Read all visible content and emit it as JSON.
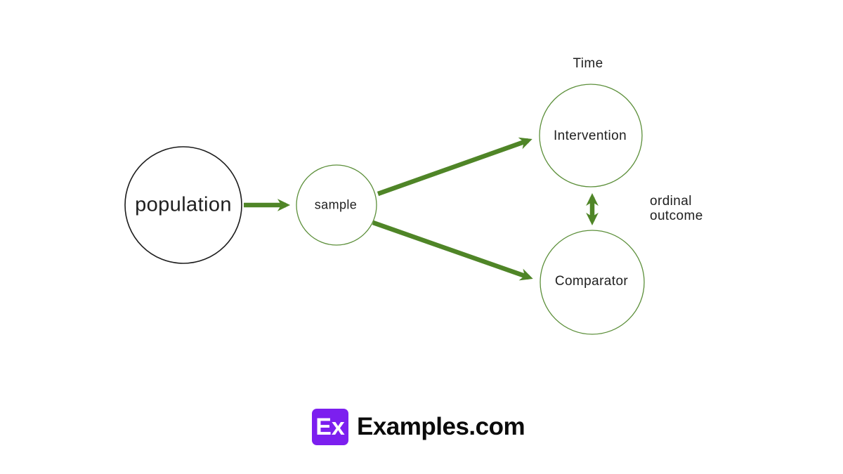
{
  "diagram": {
    "nodes": {
      "population": {
        "label": "population"
      },
      "sample": {
        "label": "sample"
      },
      "intervention": {
        "label": "Intervention"
      },
      "comparator": {
        "label": "Comparator"
      }
    },
    "annotations": {
      "time": "Time",
      "ordinal_outcome": "ordinal\noutcome"
    },
    "edges": [
      {
        "from": "population",
        "to": "sample",
        "style": "arrow"
      },
      {
        "from": "sample",
        "to": "intervention",
        "style": "arrow"
      },
      {
        "from": "sample",
        "to": "comparator",
        "style": "arrow"
      },
      {
        "from": "intervention",
        "to": "comparator",
        "style": "double-arrow"
      }
    ]
  },
  "footer": {
    "logo_badge": "Ex",
    "logo_text": "Examples.com"
  },
  "colors": {
    "background": "#ffffff",
    "text": "#1f1f1f",
    "node_outline_black": "#1c1c1c",
    "circle_green": "#5c8f3a",
    "arrow_green": "#4f8527",
    "logo_purple": "#7c1fef"
  }
}
